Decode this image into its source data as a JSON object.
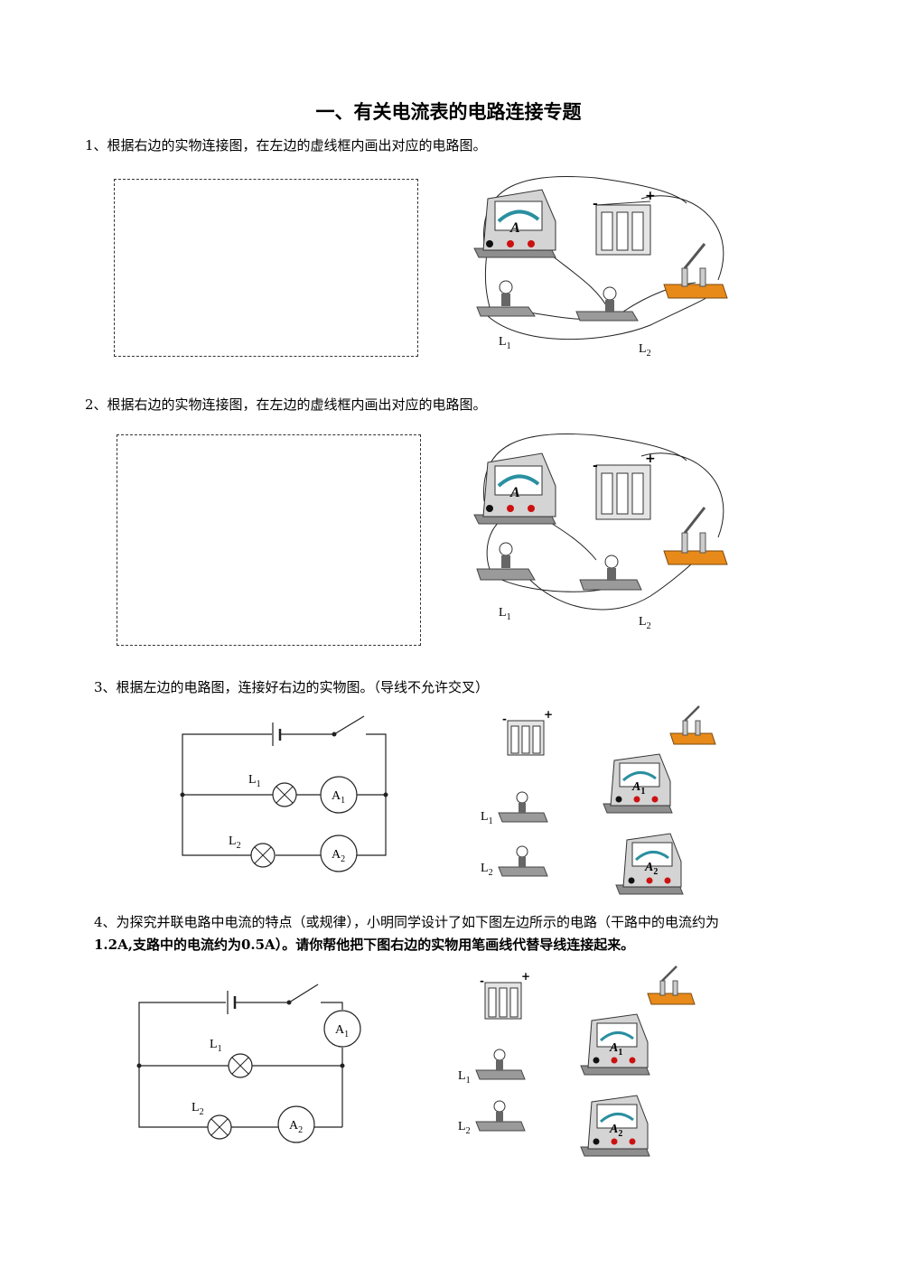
{
  "title": "一、有关电流表的电路连接专题",
  "questions": [
    {
      "text": "1、根据右边的实物连接图，在左边的虚线框内画出对应的电路图。"
    },
    {
      "text": "2、根据右边的实物连接图，在左边的虚线框内画出对应的电路图。"
    },
    {
      "text": "3、根据左边的电路图，连接好右边的实物图。（导线不允许交叉）"
    },
    {
      "line1": "4、为探究并联电路中电流的特点（或规律），小明同学设计了如下图左边所示的电路（干路中的电流约为",
      "line2": "1.2A,支路中的电流约为0.5A）。请你帮他把下图右边的实物用笔画线代替导线连接起来。"
    }
  ],
  "labels": {
    "L": "L",
    "A": "A",
    "one": "1",
    "two": "2",
    "plus": "+",
    "minus": "-",
    "meter_letter": "A"
  },
  "colors": {
    "board": "#9a9a9a",
    "switch_base": "#e88a1a",
    "meter_red": "#cc1111"
  }
}
